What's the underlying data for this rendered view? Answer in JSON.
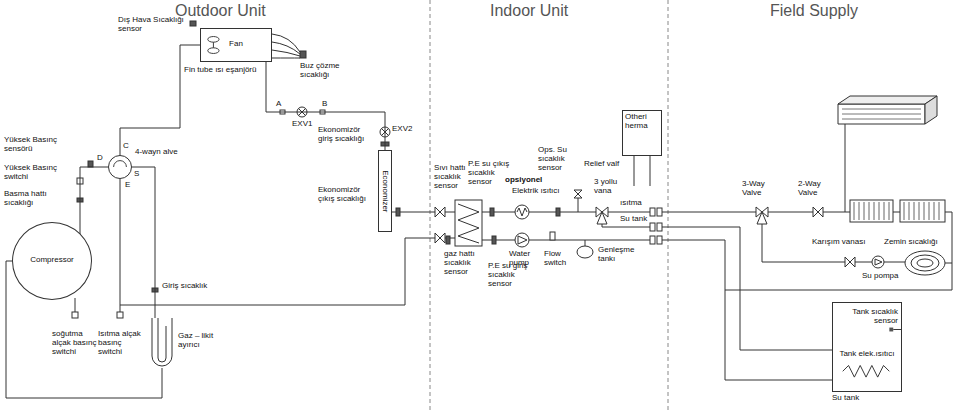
{
  "diagram": {
    "nodes": [
      {
        "text": [
          "Fan",
          "Fin tube ısı eşanjörü"
        ]
      },
      {
        "text": [
          "Economizer"
        ]
      },
      {
        "text": [
          "Compressor"
        ]
      },
      {
        "text": [
          "4-wayn alve"
        ]
      },
      {
        "text": [
          "Gaz – likit ayırıcı"
        ]
      },
      {
        "text": [
          "Otheri herma"
        ]
      },
      {
        "text": [
          "Tank sıcaklık sensor",
          "Tank elek.ısıtıcı",
          "Su tank"
        ]
      }
    ],
    "edges": [
      {
        "from": 2,
        "to": 3,
        "arrow": "none"
      },
      {
        "from": 3,
        "to": 0,
        "arrow": "none"
      },
      {
        "from": 3,
        "to": 4,
        "arrow": "none"
      },
      {
        "from": 4,
        "to": 2,
        "arrow": "none"
      },
      {
        "from": 0,
        "to": 1,
        "arrow": "none"
      }
    ],
    "labels": [
      "Outdoor Unit",
      "Indoor Unit",
      "Field Supply",
      "Dış Hava Sıcaklığı sensor",
      "Buz çözme sıcaklığı",
      "A",
      "B",
      "EXV1",
      "EXV2",
      "Ekonomizör giriş sıcaklığı",
      "Ekonomizör çıkış sıcaklığı",
      "Yüksek Basınç sensörü",
      "Yüksek Basınç switchi",
      "Basma hattı sıcaklığı",
      "C",
      "D",
      "S",
      "E",
      "Giriş sıcaklık",
      "soğutma alçak basınç switchi",
      "Isıtma alçak basınç switchi",
      "Sıvı hattı sıcaklık sensor",
      "P.E su çıkış sıcaklık sensor",
      "opsiyonel",
      "Elektrik ısıtıcı",
      "Ops. Su sıcaklık sensor",
      "Relief valf",
      "3 yollu vana",
      "ısıtma",
      "Su tank",
      "gaz hattı sıcaklık sensor",
      "P.E su giriş sıcaklık sensor",
      "Water pump",
      "Flow switch",
      "Genleşme tankı",
      "3-Way Valve",
      "2-Way Valve",
      "Karışım vanası",
      "Zemin sıcaklığı",
      "Su pompa"
    ]
  }
}
